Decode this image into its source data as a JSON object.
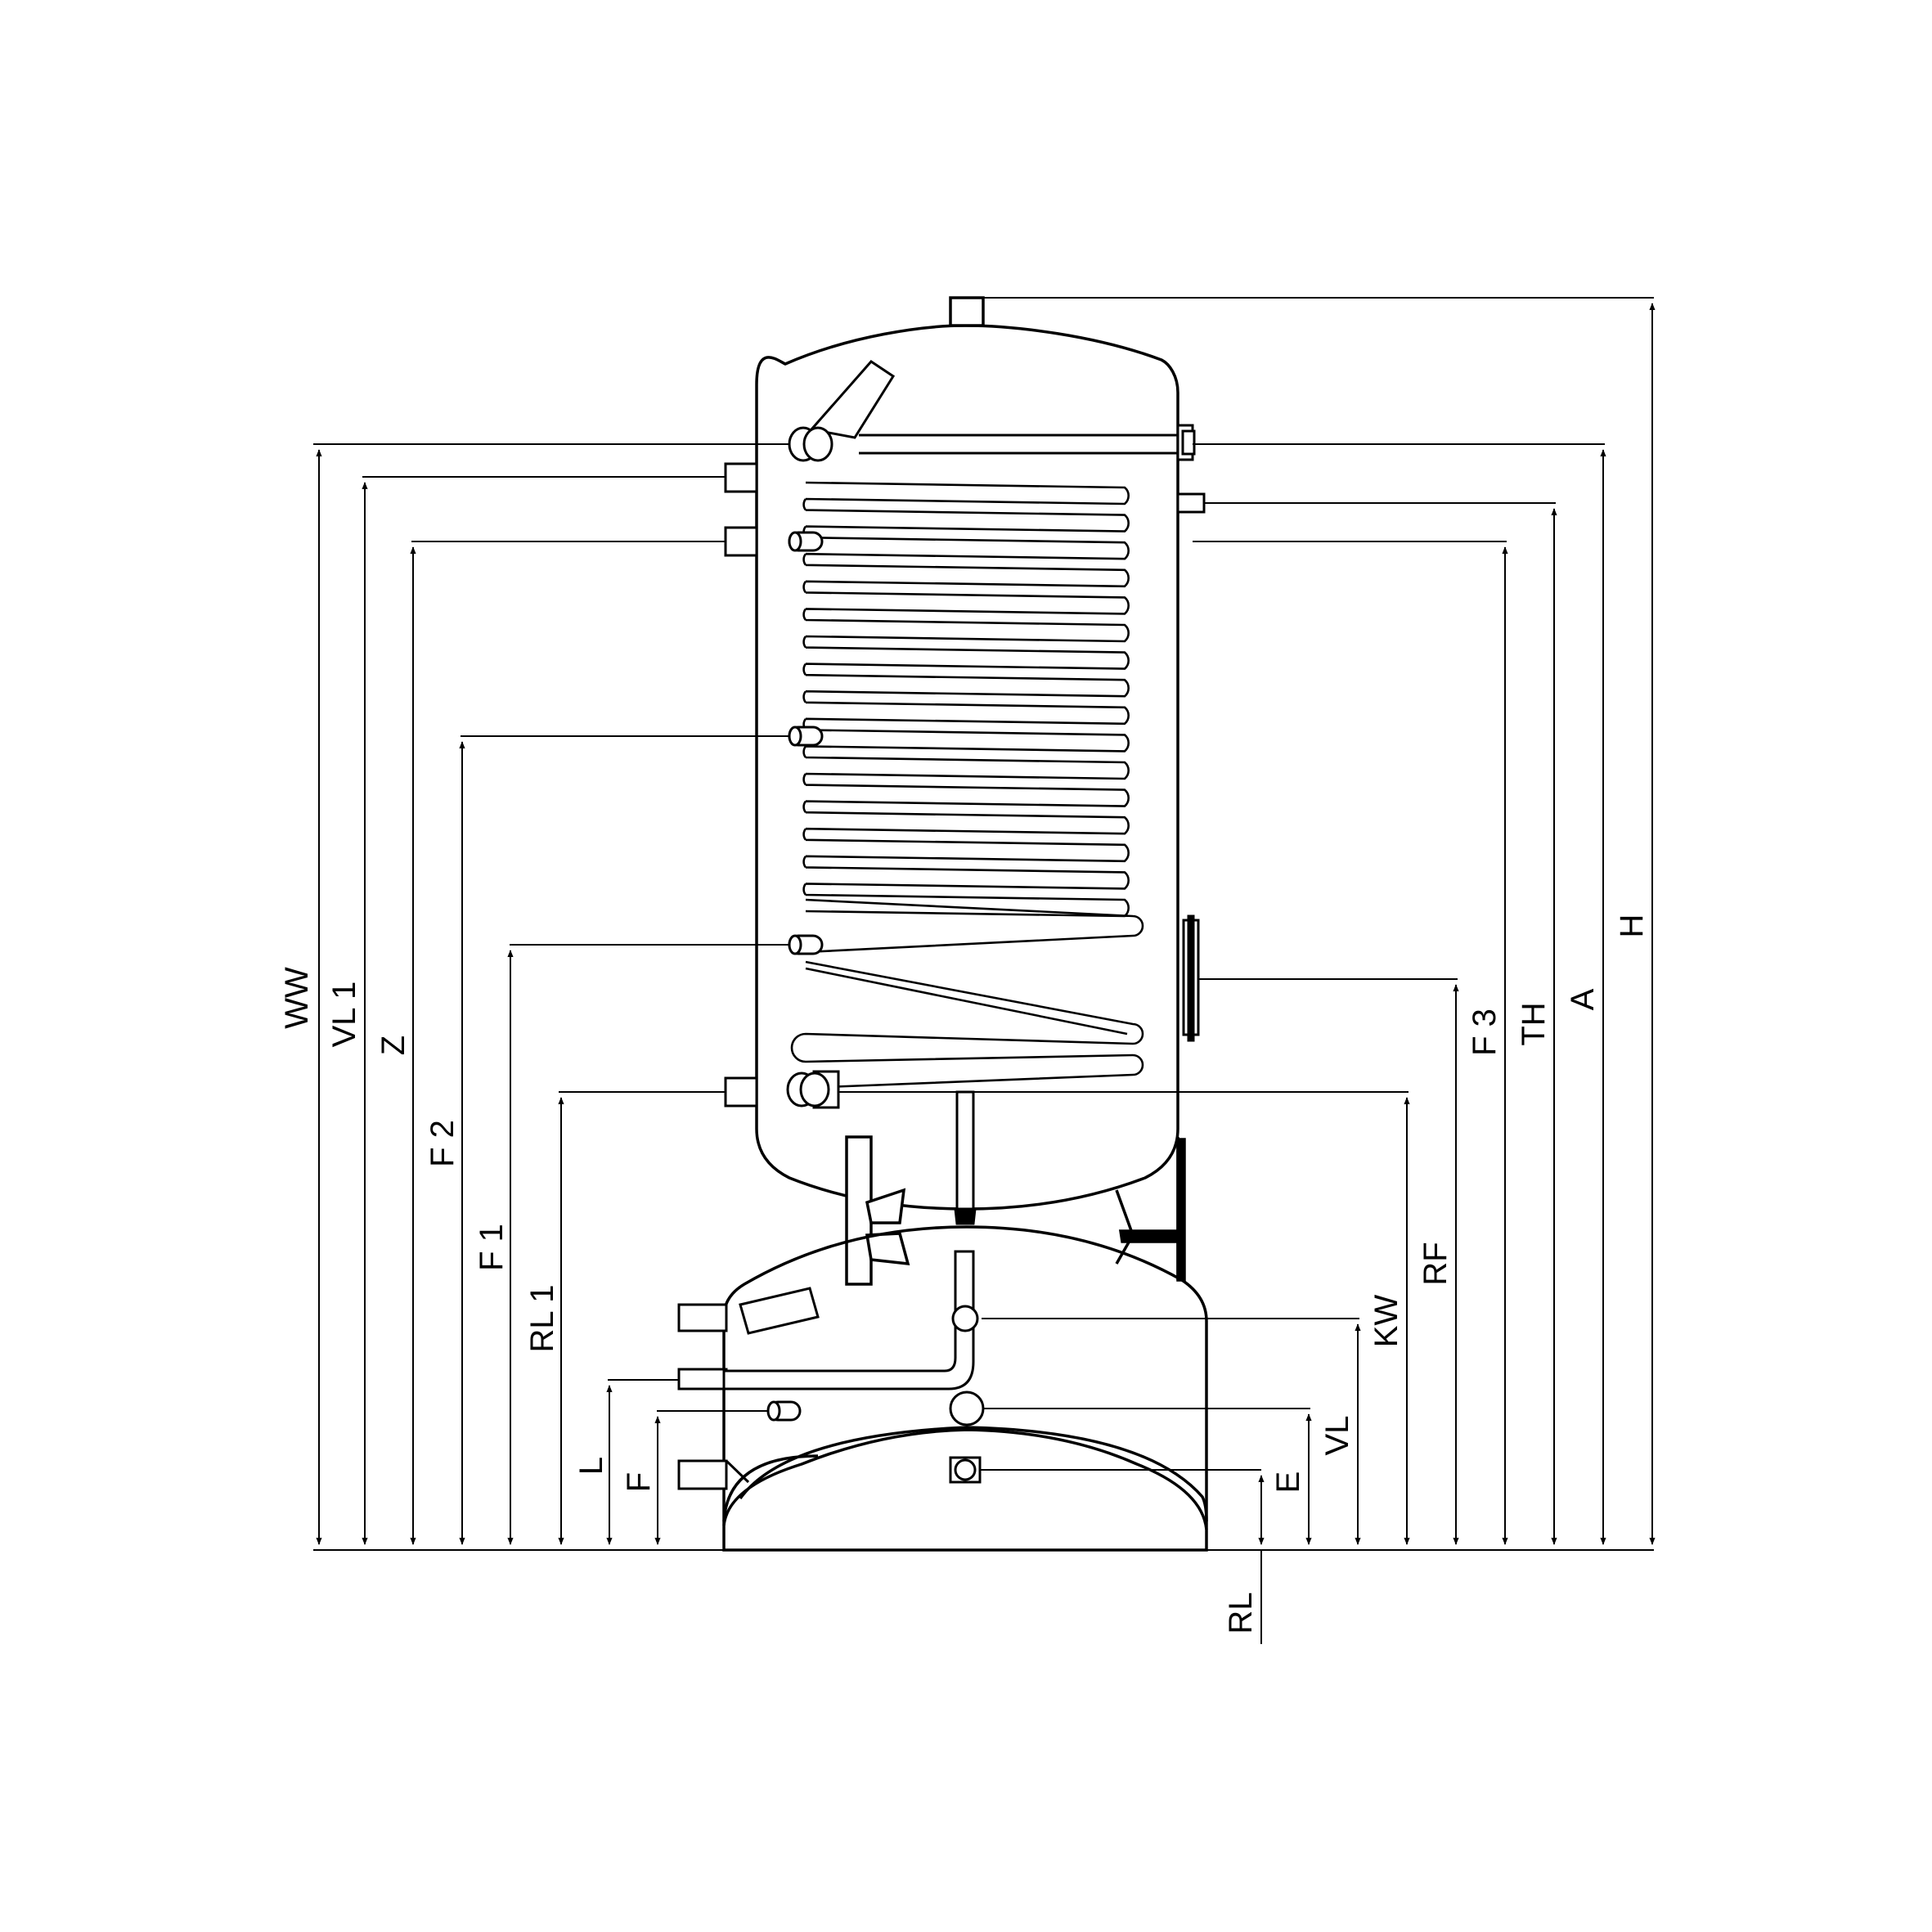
{
  "diagram": {
    "stroke_color": "#000000",
    "background_color": "#ffffff",
    "labels": {
      "ww": "WW",
      "vl1": "VL 1",
      "z": "Z",
      "f2": "F 2",
      "f1": "F 1",
      "rl1": "RL 1",
      "l": "L",
      "f": "F",
      "e": "E",
      "rl": "RL",
      "vl": "VL",
      "kw": "KW",
      "rf": "RF",
      "f3": "F 3",
      "th": "TH",
      "a": "A",
      "h": "H"
    }
  }
}
